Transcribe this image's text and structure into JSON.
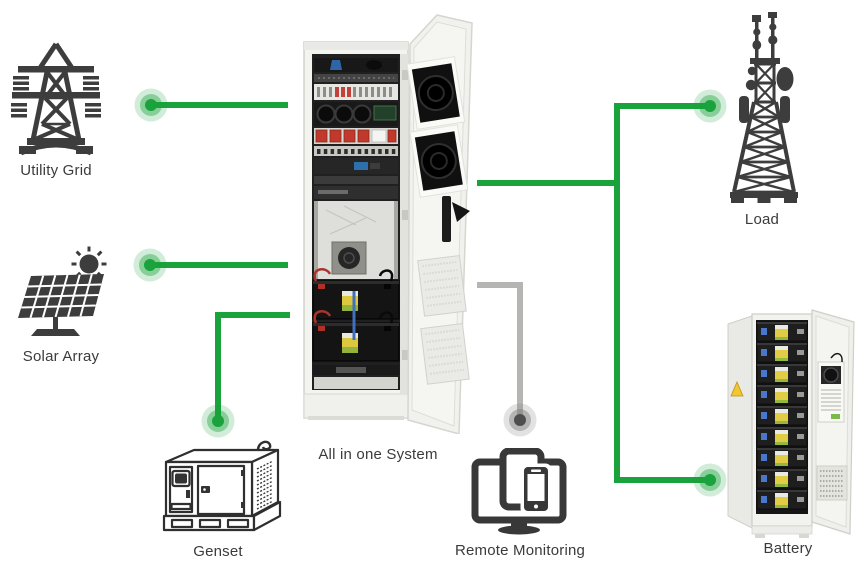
{
  "labels": {
    "utility_grid": "Utility Grid",
    "solar_array": "Solar Array",
    "genset": "Genset",
    "all_in_one_system": "All in one System",
    "remote_monitoring": "Remote Monitoring",
    "load": "Load",
    "battery": "Battery"
  },
  "colors": {
    "power_line_green": "#1aa23c",
    "monitoring_line_gray": "#b5b5b3",
    "icon_dark": "#3d3d3d",
    "label_text": "#3b3b3b"
  },
  "connections": [
    {
      "from": "Utility Grid",
      "to": "All in one System",
      "type": "power",
      "color": "#1aa23c"
    },
    {
      "from": "Solar Array",
      "to": "All in one System",
      "type": "power",
      "color": "#1aa23c"
    },
    {
      "from": "Genset",
      "to": "All in one System",
      "type": "power",
      "color": "#1aa23c"
    },
    {
      "from": "All in one System",
      "to": "Load",
      "type": "power",
      "color": "#1aa23c"
    },
    {
      "from": "All in one System",
      "to": "Battery",
      "type": "power",
      "color": "#1aa23c"
    },
    {
      "from": "All in one System",
      "to": "Remote Monitoring",
      "type": "monitoring",
      "color": "#b5b5b3"
    }
  ]
}
